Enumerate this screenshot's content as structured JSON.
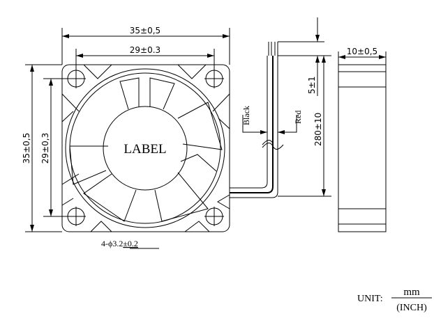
{
  "drawing": {
    "front_view": {
      "label": "LABEL",
      "overall_width": "35±0,5",
      "hole_spacing_width": "29±0.3",
      "overall_height": "35±0,5",
      "hole_spacing_height": "29±0,3",
      "hole_spec_prefix": "4-ϕ3.2",
      "hole_spec_tolerance": "±0.2"
    },
    "wires": {
      "black_label": "Black",
      "red_label": "Red",
      "strip_length": "5±1",
      "lead_length": "280±10"
    },
    "side_view": {
      "thickness": "10±0,5"
    },
    "unit": {
      "prefix": "UNIT:",
      "numerator": "mm",
      "denominator": "(INCH)"
    }
  }
}
